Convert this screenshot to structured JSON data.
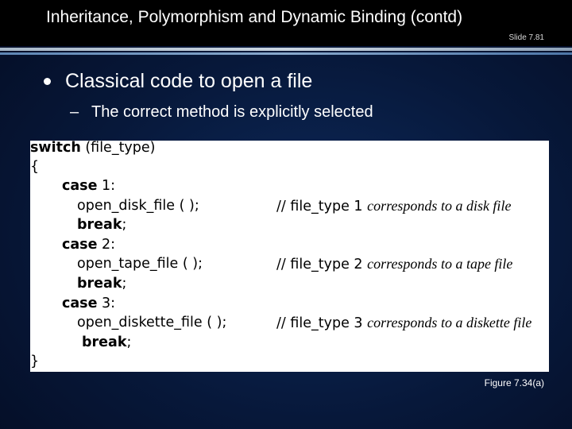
{
  "slide": {
    "title": "Inheritance, Polymorphism and Dynamic Binding (contd)",
    "slide_number": "Slide 7.81",
    "bullet": "Classical code to open a file",
    "sub_dash": "–",
    "sub_bullet": "The correct method is explicitly selected",
    "caption": "Figure 7.34(a)"
  },
  "code": {
    "switch_kw": "switch",
    "switch_arg": " (file_type)",
    "open_brace": "{",
    "close_brace": "}",
    "case_kw": "case",
    "break_kw": "break",
    "semicolon": ";",
    "cases": [
      {
        "label": " 1:",
        "call": "open_disk_file ( );",
        "comment_prefix": "// file_type 1 ",
        "comment_text": "corresponds to a disk file"
      },
      {
        "label": " 2:",
        "call": "open_tape_file ( );",
        "comment_prefix": "// file_type 2 ",
        "comment_text": "corresponds to a tape file"
      },
      {
        "label": " 3:",
        "call": "open_diskette_file ( );",
        "comment_prefix": "// file_type 3 ",
        "comment_text": "corresponds to a diskette file"
      }
    ]
  }
}
